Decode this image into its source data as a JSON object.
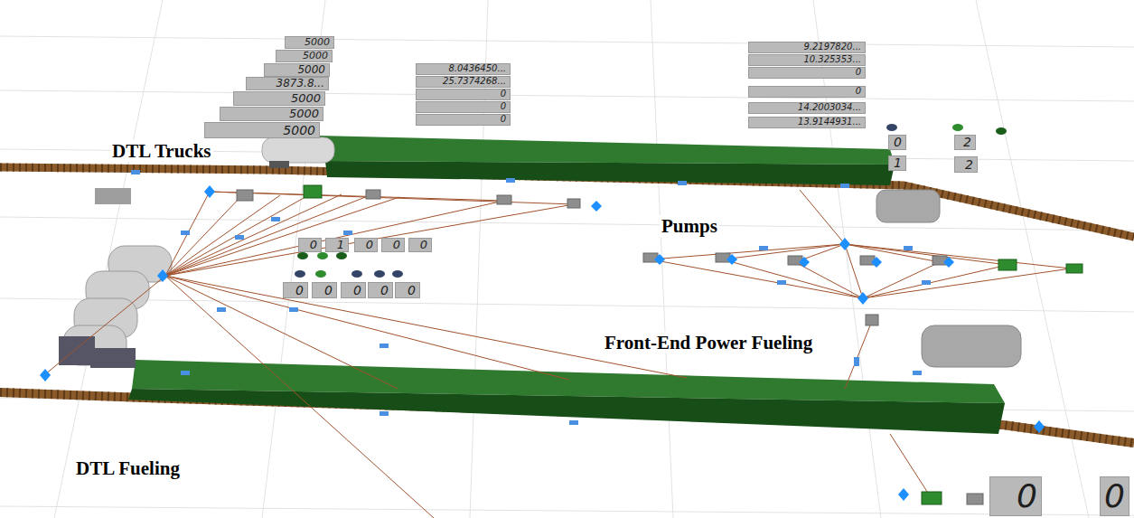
{
  "diagram": {
    "nodes": [
      {
        "text": [
          "5000"
        ]
      },
      {
        "text": [
          "5000"
        ]
      },
      {
        "text": [
          "5000"
        ]
      },
      {
        "text": [
          "3873.8..."
        ]
      },
      {
        "text": [
          "5000"
        ]
      },
      {
        "text": [
          "5000"
        ]
      },
      {
        "text": [
          "5000"
        ]
      },
      {
        "text": [
          "8.0436450..."
        ]
      },
      {
        "text": [
          "25.7374268..."
        ]
      },
      {
        "text": [
          "0"
        ]
      },
      {
        "text": [
          "0"
        ]
      },
      {
        "text": [
          "0"
        ]
      },
      {
        "text": [
          "9.2197820..."
        ]
      },
      {
        "text": [
          "10.325353..."
        ]
      },
      {
        "text": [
          "0"
        ]
      },
      {
        "text": [
          "0"
        ]
      },
      {
        "text": [
          "14.2003034..."
        ]
      },
      {
        "text": [
          "13.9144931..."
        ]
      },
      {
        "text": [
          "0"
        ]
      },
      {
        "text": [
          "2"
        ]
      },
      {
        "text": [
          "1"
        ]
      },
      {
        "text": [
          "2"
        ]
      },
      {
        "text": [
          "0"
        ]
      },
      {
        "text": [
          "1"
        ]
      },
      {
        "text": [
          "0"
        ]
      },
      {
        "text": [
          "0"
        ]
      },
      {
        "text": [
          "0"
        ]
      },
      {
        "text": [
          "0"
        ]
      },
      {
        "text": [
          "0"
        ]
      },
      {
        "text": [
          "0"
        ]
      },
      {
        "text": [
          "0"
        ]
      },
      {
        "text": [
          "0"
        ]
      },
      {
        "text": [
          "0"
        ]
      },
      {
        "text": [
          "0"
        ]
      }
    ],
    "labels": [
      "DTL Trucks",
      "Pumps",
      "Front-End Power Fueling",
      "DTL Fueling"
    ]
  }
}
